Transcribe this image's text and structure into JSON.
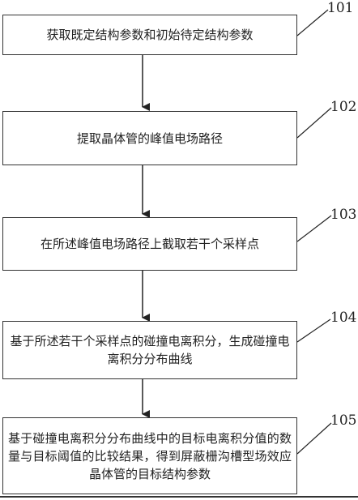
{
  "steps": [
    {
      "id": "101",
      "text": "获取既定结构参数和初始待定结构参数"
    },
    {
      "id": "102",
      "text": "提取晶体管的峰值电场路径"
    },
    {
      "id": "103",
      "text": "在所述峰值电场路径上截取若干个采样点"
    },
    {
      "id": "104",
      "text": "基于所述若干个采样点的碰撞电离积分，生成碰撞电离积分分布曲线"
    },
    {
      "id": "105",
      "text": "基于碰撞电离积分分布曲线中的目标电离积分值的数量与目标阈值的比较结果，得到屏蔽栅沟槽型场效应晶体管的目标结构参数"
    }
  ]
}
